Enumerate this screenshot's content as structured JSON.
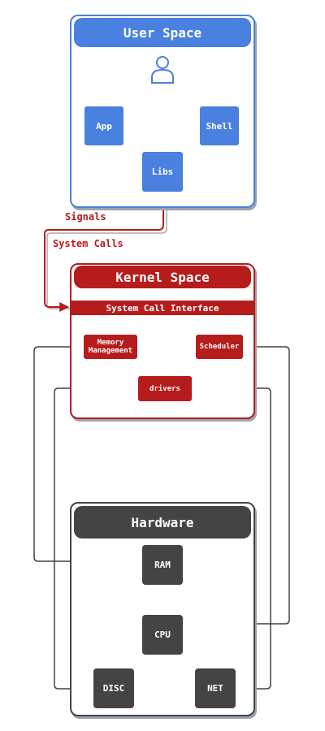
{
  "colors": {
    "user": "#4a80e0",
    "kernel": "#b71c1c",
    "hardware": "#444444"
  },
  "user_space": {
    "title": "User Space",
    "icon": "user-icon",
    "nodes": {
      "app": "App",
      "shell": "Shell",
      "libs": "Libs"
    }
  },
  "edges": {
    "signals": "Signals",
    "system_calls": "System Calls"
  },
  "kernel_space": {
    "title": "Kernel Space",
    "interface": "System Call Interface",
    "nodes": {
      "memory_line1": "Memory",
      "memory_line2": "Management",
      "scheduler": "Scheduler",
      "drivers": "drivers"
    }
  },
  "hardware": {
    "title": "Hardware",
    "nodes": {
      "ram": "RAM",
      "cpu": "CPU",
      "disc": "DISC",
      "net": "NET"
    }
  }
}
